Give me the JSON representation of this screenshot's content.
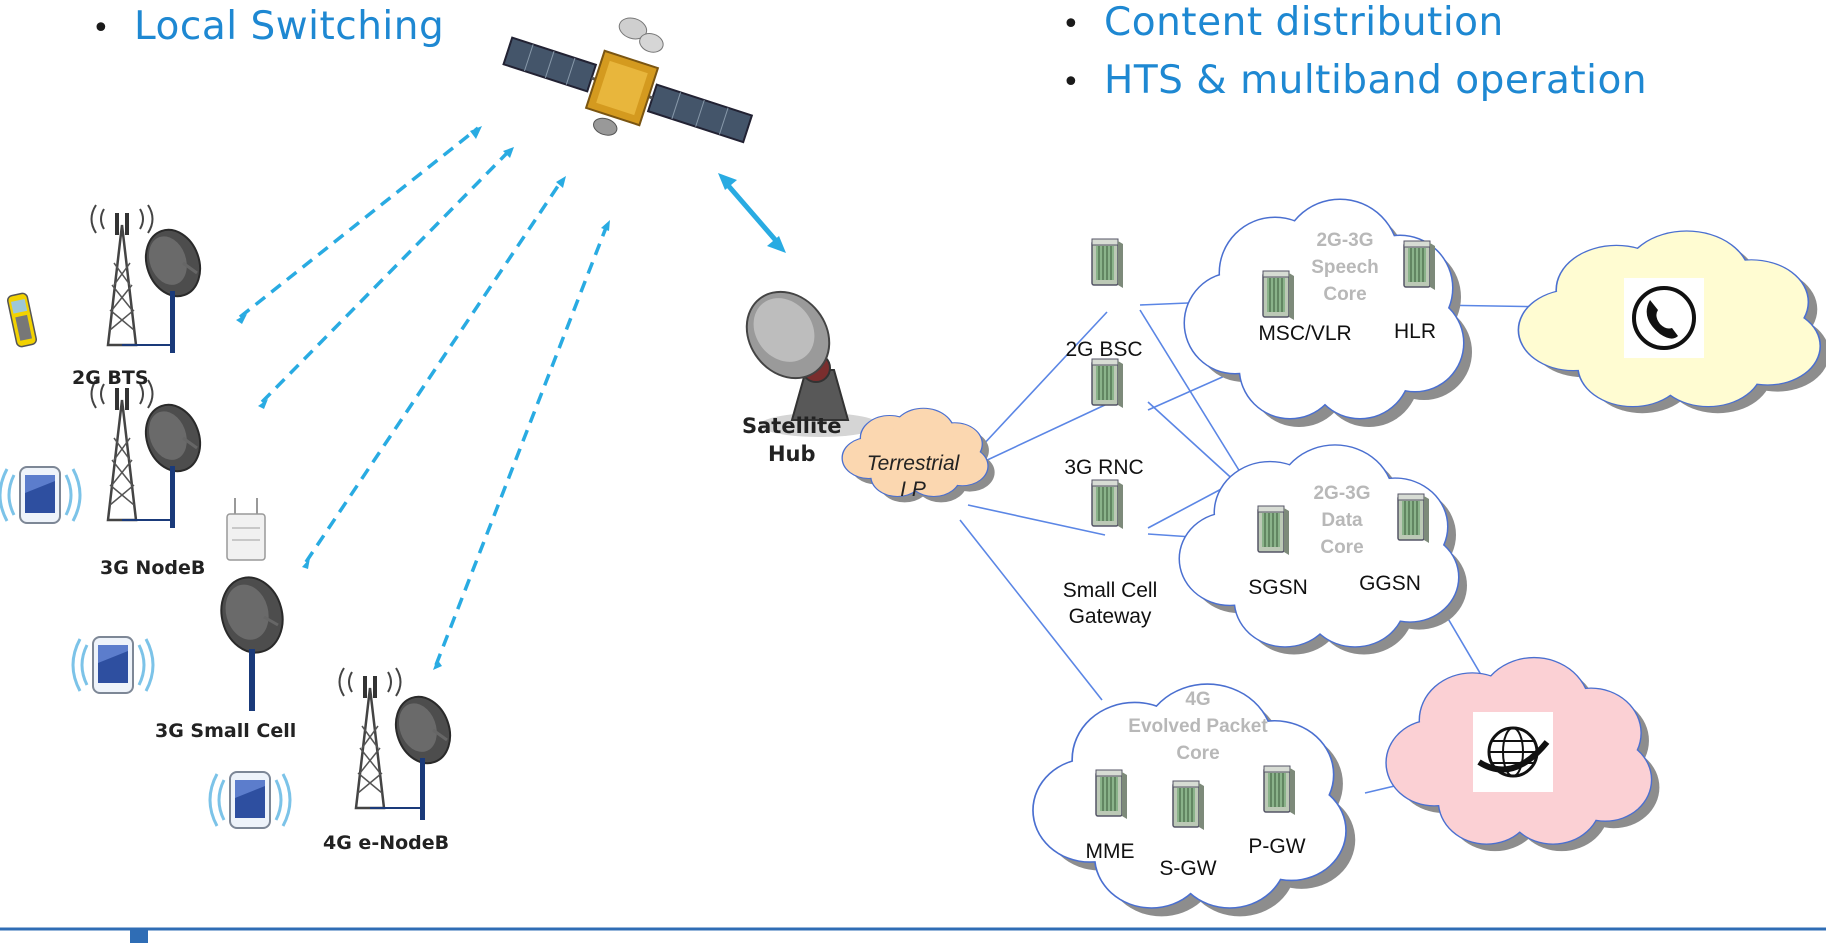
{
  "bullets": {
    "local_switching": "Local Switching",
    "content_distribution": "Content distribution",
    "hts_multiband": "HTS & multiband operation"
  },
  "sites": {
    "bts_2g": "2G BTS",
    "nodeb_3g": "3G NodeB",
    "small_cell_3g": "3G Small Cell",
    "enodeb_4g": "4G e-NodeB"
  },
  "hub": {
    "line1": "Satellite",
    "line2": "Hub"
  },
  "terrestrial": {
    "line1": "Terrestrial",
    "line2": "I P"
  },
  "controllers": {
    "bsc_2g": "2G BSC",
    "rnc_3g": "3G RNC",
    "scgw_line1": "Small Cell",
    "scgw_line2": "Gateway"
  },
  "speech_core": {
    "line1": "2G-3G",
    "line2": "Speech",
    "line3": "Core",
    "msc": "MSC/VLR",
    "hlr": "HLR"
  },
  "data_core": {
    "line1": "2G-3G",
    "line2": "Data",
    "line3": "Core",
    "sgsn": "SGSN",
    "ggsn": "GGSN"
  },
  "epc": {
    "line1": "4G",
    "line2": "Evolved Packet",
    "line3": "Core",
    "mme": "MME",
    "sgw": "S-GW",
    "pgw": "P-GW"
  },
  "colors": {
    "accent": "#1e88d2",
    "link_dashed": "#29abe2",
    "link_solid": "#5b86e5",
    "speech_pstn_cloud": "#fffcd2",
    "internet_cloud": "#fbd0d4",
    "terrestrial_cloud": "#fbd7b0",
    "bottom_rule": "#2f6db5"
  },
  "icons": {
    "pstn": "telephone-icon",
    "internet": "globe-icon",
    "satellite": "satellite-icon",
    "server": "server-rack-icon"
  }
}
